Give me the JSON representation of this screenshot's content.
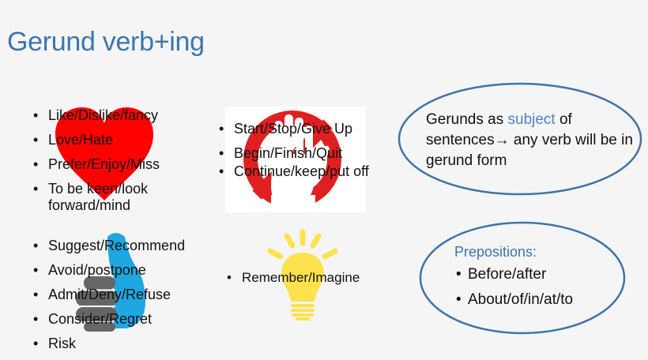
{
  "slide": {
    "title": "Gerund verb+ing",
    "colors": {
      "title": "#3b76ad",
      "accent": "#4a86c4",
      "oval_border": "#3f74a8",
      "heart": "#ff0000",
      "stop_sign": "#e02020",
      "thumb": "#1ea7e1",
      "fingers": "#666666",
      "bulb": "#fde24d",
      "background": "#f5f5f6"
    }
  },
  "groups": {
    "likes": {
      "icon": "heart-icon",
      "items": [
        "Like/Dislike/fancy",
        "Love/Hate",
        "Prefer/Enjoy/Miss",
        "To be keen/look forward/mind"
      ]
    },
    "stop": {
      "icon": "stop-hand-icon",
      "items": [
        "Start/Stop/Give Up",
        "Begin/Finish/Quit",
        "Continue/keep/put off"
      ]
    },
    "suggest": {
      "icon": "thumbs-up-icon",
      "items": [
        "Suggest/Recommend",
        "Avoid/postpone",
        "Admit/Deny/Refuse",
        "Consider/Regret",
        "Risk"
      ]
    },
    "think": {
      "icon": "lightbulb-icon",
      "items": [
        "Remember/Imagine"
      ]
    }
  },
  "subject_oval": {
    "text_before": "Gerunds as ",
    "highlight": "subject",
    "text_after": " of sentences",
    "arrow": "→",
    "text_end": " any verb will be in gerund form"
  },
  "prepositions_oval": {
    "heading": "Prepositions:",
    "items": [
      "Before/after",
      "About/of/in/at/to"
    ]
  }
}
